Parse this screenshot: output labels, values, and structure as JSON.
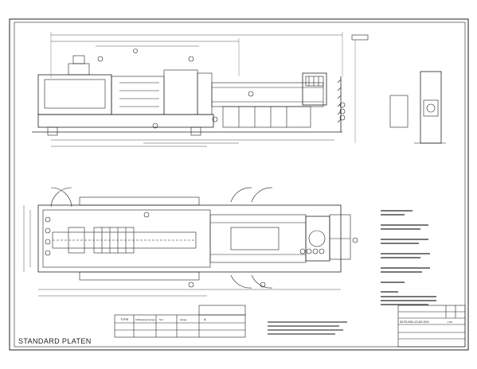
{
  "drawing": {
    "caption": "STANDARD PLATEN"
  },
  "table": {
    "headers": [
      "TYPE",
      "Kühlwassermenge",
      "Teil.",
      "Länge",
      "A"
    ],
    "rows": [
      [
        "",
        "",
        "",
        "",
        ""
      ],
      [
        "",
        "",
        "",
        "",
        ""
      ]
    ]
  },
  "title_block": {
    "drawing_number": "3475-000-13-00-519",
    "scale": "1:50"
  }
}
